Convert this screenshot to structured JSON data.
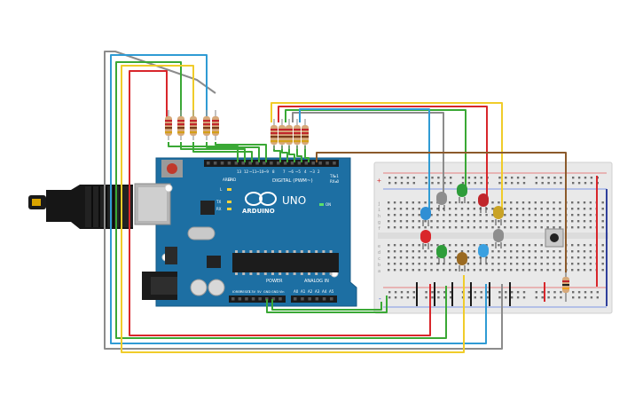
{
  "board": {
    "brand": "ARDUINO",
    "model": "UNO",
    "digital_label": "DIGITAL (PWM~)",
    "tx_label": "TX▸1",
    "rx_label": "RX◂0",
    "aref_label": "AREF",
    "gnd_label": "GND",
    "on_label": "ON",
    "tx_led_label": "TX",
    "rx_led_label": "RX",
    "l_label": "L",
    "power_label": "POWER",
    "analog_label": "ANALOG IN",
    "digital_pins": [
      "13",
      "12",
      "~11",
      "~10",
      "~9",
      "8",
      "7",
      "~6",
      "~5",
      "4",
      "~3",
      "2"
    ],
    "power_pins": [
      "IOREF",
      "RESET",
      "3.3V",
      "5V",
      "GND",
      "GND",
      "Vin"
    ],
    "analog_pins": [
      "A0",
      "A1",
      "A2",
      "A3",
      "A4",
      "A5"
    ]
  },
  "breadboard": {
    "row_letters_top": [
      "j",
      "i",
      "h",
      "g",
      "f"
    ],
    "row_letters_bottom": [
      "e",
      "d",
      "c",
      "b",
      "a"
    ],
    "plus": "+",
    "minus": "-"
  },
  "colors": {
    "board": "#1d6fa3",
    "wire_red": "#d8262b",
    "wire_green": "#3aa835",
    "wire_yellow": "#f0cc2a",
    "wire_blue": "#2f9bd4",
    "wire_gray": "#8c8c8c",
    "wire_brown": "#8b5a2b",
    "led_red": "#d9262b",
    "led_green": "#2e9d3a",
    "led_blue": "#2f8fd4",
    "led_yellow": "#c9a325",
    "led_brown": "#9a6a22"
  }
}
